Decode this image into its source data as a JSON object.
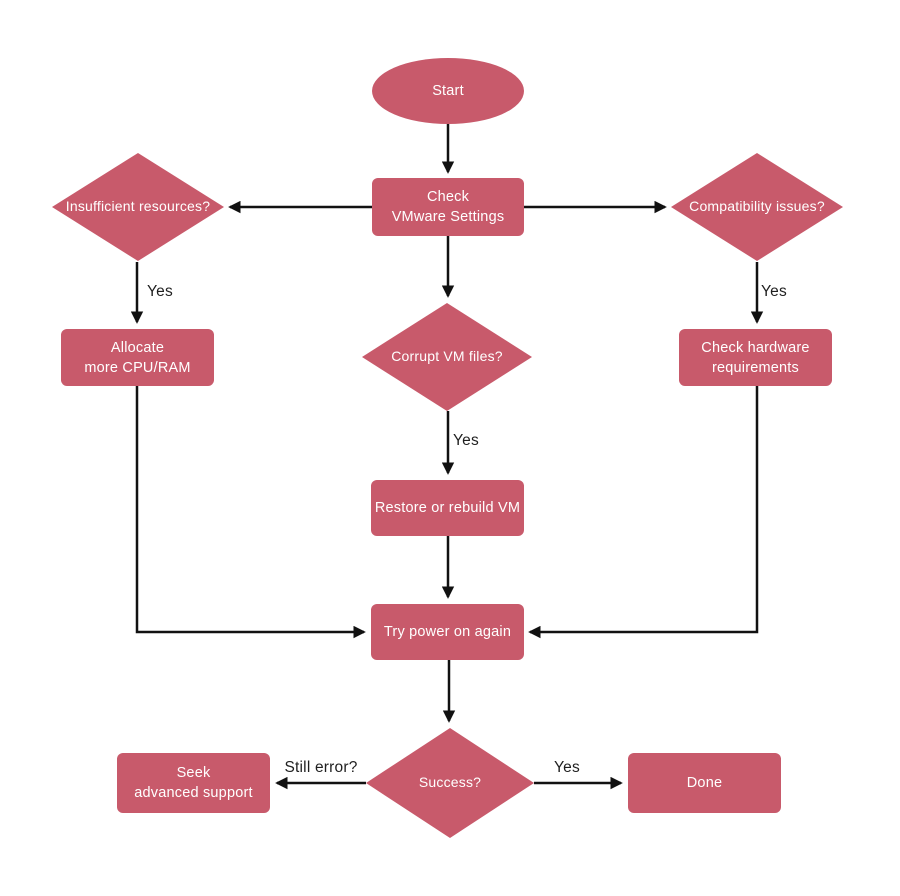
{
  "colors": {
    "node_fill": "#c85a6b",
    "node_text": "#ffffff",
    "arrow": "#111111",
    "edge_label_text": "#1f1f1f",
    "background": "#ffffff"
  },
  "nodes": {
    "start": {
      "label": "Start"
    },
    "check_vmware": {
      "label": "Check\nVMware Settings"
    },
    "insufficient": {
      "label": "Insufficient resources?"
    },
    "compatibility": {
      "label": "Compatibility issues?"
    },
    "corrupt": {
      "label": "Corrupt VM files?"
    },
    "allocate": {
      "label": "Allocate\nmore CPU/RAM"
    },
    "hardware": {
      "label": "Check hardware\nrequirements"
    },
    "restore": {
      "label": "Restore or rebuild VM"
    },
    "try_power": {
      "label": "Try power on again"
    },
    "success": {
      "label": "Success?"
    },
    "seek": {
      "label": "Seek\nadvanced support"
    },
    "done": {
      "label": "Done"
    }
  },
  "edge_labels": {
    "yes_insufficient": "Yes",
    "yes_compatibility": "Yes",
    "yes_corrupt": "Yes",
    "still_error": "Still error?",
    "yes_success": "Yes"
  }
}
